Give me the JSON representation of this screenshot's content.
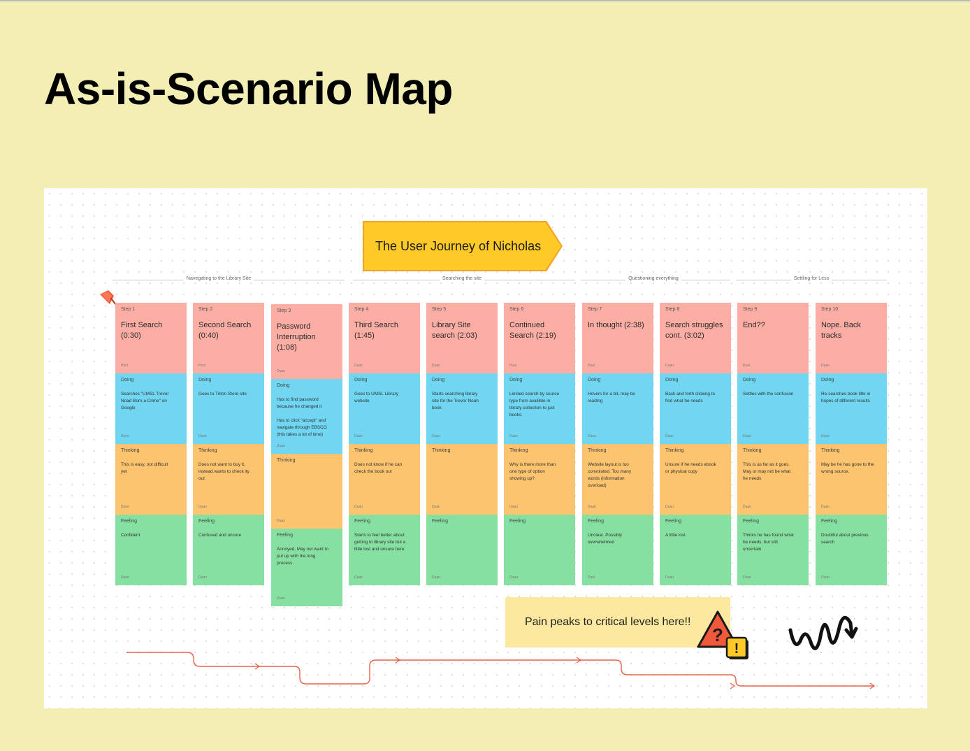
{
  "page": {
    "title": "As-is-Scenario Map",
    "background": "#f3eeb4"
  },
  "board": {
    "banner": "The User Journey of Nicholas",
    "pain_note": "Pain peaks to critical levels here!!",
    "phases": [
      "Navegating to the Library Site",
      "Searching the site",
      "Questioning everything",
      "Settling for Less"
    ],
    "colors": {
      "step": "#fcaea5",
      "doing": "#70d6f1",
      "thinking": "#fdc470",
      "feeling": "#86e0a1",
      "banner": "#ffc928",
      "path": "#e8624a"
    },
    "icons": [
      "pin-icon",
      "warning-icon",
      "squiggle-icon"
    ],
    "steps": [
      {
        "num": "Step 1",
        "title": "First Search\n(0:30)",
        "step_foot": "Pool",
        "doing_label": "Doing",
        "doing": "Searches \"UMSL Trevor\nNoad Born a Crime\" on\nGoogle",
        "doing_foot": "Done",
        "thinking_label": "Thinking",
        "thinking": "This is easy, not difficult\nyet",
        "thinking_foot": "Done",
        "feeling_label": "Feeling",
        "feeling": "Confident",
        "feeling_foot": "Done"
      },
      {
        "num": "Step 2",
        "title": "Second Search\n(0:40)",
        "step_foot": "Pool",
        "doing_label": "Doing",
        "doing": "Goes to Triton Store site",
        "doing_foot": "Done",
        "thinking_label": "Thinking",
        "thinking": "Does not want to buy it,\ninstead wants to check ity\nout",
        "thinking_foot": "Duan",
        "feeling_label": "Feeling",
        "feeling": "Confused and unsure",
        "feeling_foot": "Duan"
      },
      {
        "num": "Step 3",
        "title": "Password\nInterruption\n(1:08)",
        "step_foot": "Duan",
        "doing_label": "Doing",
        "doing": "Has to find password\nbecause he changed it\n\nHas to click \"accept\" and\nnavigate through EBSCO\n(this takes a lot of time)",
        "doing_foot": "Duan",
        "thinking_label": "Thinking",
        "thinking": "",
        "thinking_foot": "Duan",
        "feeling_label": "Feeling",
        "feeling": "Annoyed. May not want to\nput up with the long\nprocess.",
        "feeling_foot": "Duan"
      },
      {
        "num": "Step 4",
        "title": "Third Search\n(1:45)",
        "step_foot": "Duan",
        "doing_label": "Doing",
        "doing": "Goes to UMSL Library\nwebsite",
        "doing_foot": "Duan",
        "thinking_label": "Thinking",
        "thinking": "Does not know if he can\ncheck the book out",
        "thinking_foot": "Duan",
        "feeling_label": "Feeling",
        "feeling": "Starts to feel better about\ngetting to library site but a\nlittle lost and unsure here",
        "feeling_foot": "Duan"
      },
      {
        "num": "Step 5",
        "title": "Library Site\nsearch (2:03)",
        "step_foot": "Duan",
        "doing_label": "Doing",
        "doing": "Starts searching library\nsite for the Trevor Noah\nbook",
        "doing_foot": "Duan",
        "thinking_label": "Thinking",
        "thinking": "",
        "thinking_foot": "Duan",
        "feeling_label": "Feeling",
        "feeling": "",
        "feeling_foot": "Duan"
      },
      {
        "num": "Step 6",
        "title": "Continued\nSearch (2:19)",
        "step_foot": "Pool",
        "doing_label": "Doing",
        "doing": "Limited search by source\ntype from availible in\nlibrary collection to just\nbooks.",
        "doing_foot": "Duan",
        "thinking_label": "Thinking",
        "thinking": "Why is there more than\none type of option\nshowing up?",
        "thinking_foot": "Duan",
        "feeling_label": "Feeling",
        "feeling": "",
        "feeling_foot": "Duan"
      },
      {
        "num": "Step 7",
        "title": "In thought (2:38)",
        "step_foot": "Pool",
        "doing_label": "Doing",
        "doing": "Hovers for a bit, may be\nreading",
        "doing_foot": "Duan",
        "thinking_label": "Thinking",
        "thinking": "Website layout is too\nconvoluted. Too many\nwords (information\noverload)",
        "thinking_foot": "Duan",
        "feeling_label": "Feeling",
        "feeling": "Unclear. Possibly\noverwhelmed",
        "feeling_foot": "Pool"
      },
      {
        "num": "Step 8",
        "title": "Search struggles\ncont. (3:02)",
        "step_foot": "Duan",
        "doing_label": "Doing",
        "doing": "Back and forth clicking to\nfind what he needs",
        "doing_foot": "Duan",
        "thinking_label": "Thinking",
        "thinking": "Unsure if he needs ebook\nor physical copy",
        "thinking_foot": "Duan",
        "feeling_label": "Feeling",
        "feeling": "A little lost",
        "feeling_foot": "Duan"
      },
      {
        "num": "Step 9",
        "title": "End??",
        "step_foot": "Pool",
        "doing_label": "Doing",
        "doing": "Settles with the confusion",
        "doing_foot": "Duan",
        "thinking_label": "Thinking",
        "thinking": "This is as far as it goes.\nMay or may not be what\nhe needs",
        "thinking_foot": "Duan",
        "feeling_label": "Feeling",
        "feeling": "Thinks he has found what\nhe needs, but still\nuncertain",
        "feeling_foot": "Duan"
      },
      {
        "num": "Step 10",
        "title": "Nope. Back\ntracks",
        "step_foot": "Duan",
        "doing_label": "Doing",
        "doing": "Re-searches book title in\nhopes of different results",
        "doing_foot": "Duan",
        "thinking_label": "Thinking",
        "thinking": "May be he has gone to the\nwrong source.",
        "thinking_foot": "Duan",
        "feeling_label": "Feeling",
        "feeling": "Doubtful about previous\nsearch",
        "feeling_foot": "Duan"
      }
    ]
  }
}
